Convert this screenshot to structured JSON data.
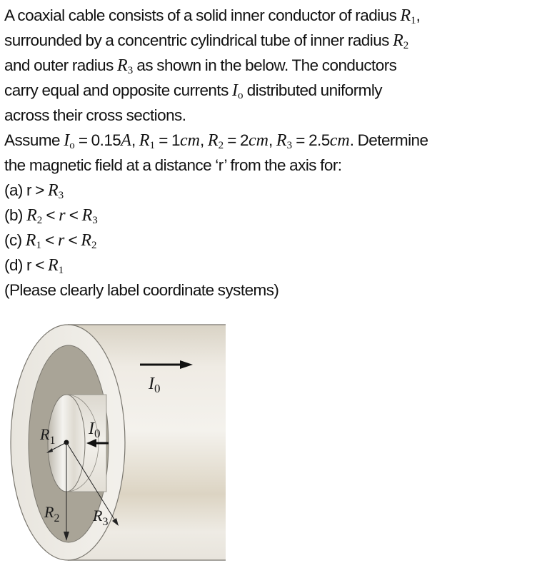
{
  "problem": {
    "intro_lines": [
      {
        "pre": "A coaxial cable consists of a solid inner conductor of radius ",
        "sym": "R",
        "sub": "1",
        "post": ","
      },
      {
        "pre": "surrounded by a concentric cylindrical tube of inner radius ",
        "sym": "R",
        "sub": "2",
        "post": ""
      },
      {
        "pre": "and outer radius ",
        "sym": "R",
        "sub": "3",
        "post": " as shown in the below. The conductors"
      },
      {
        "pre": "carry equal and opposite currents ",
        "sym": "I",
        "sub": "o",
        "post": " distributed uniformly"
      },
      {
        "pre": "across their cross sections.",
        "sym": "",
        "sub": "",
        "post": ""
      }
    ],
    "givens": {
      "assume_label": "Assume ",
      "I0": {
        "sym": "I",
        "sub": "o",
        "eq": " = 0.15",
        "unit": "A",
        "sep": ", "
      },
      "R1": {
        "sym": "R",
        "sub": "1",
        "eq": " = 1",
        "unit": "cm",
        "sep": ", "
      },
      "R2": {
        "sym": "R",
        "sub": "2",
        "eq": " = 2",
        "unit": "cm",
        "sep": ", "
      },
      "R3": {
        "sym": "R",
        "sub": "3",
        "eq": " = 2.5",
        "unit": "cm",
        "sep": ".  Determine"
      }
    },
    "question_line": "the magnetic field at a distance ‘r’ from the axis for:",
    "parts": [
      {
        "label": "(a) r > ",
        "expr": [
          {
            "sym": "R",
            "sub": "3"
          }
        ]
      },
      {
        "label": "(b) ",
        "expr": [
          {
            "sym": "R",
            "sub": "2"
          },
          {
            "op": " < "
          },
          {
            "sym": "r",
            "sub": ""
          },
          {
            "op": " < "
          },
          {
            "sym": "R",
            "sub": "3"
          }
        ]
      },
      {
        "label": "(c) ",
        "expr": [
          {
            "sym": "R",
            "sub": "1"
          },
          {
            "op": " < "
          },
          {
            "sym": "r",
            "sub": ""
          },
          {
            "op": " < "
          },
          {
            "sym": "R",
            "sub": "2"
          }
        ]
      },
      {
        "label": "(d) r < ",
        "expr": [
          {
            "sym": "R",
            "sub": "1"
          }
        ]
      }
    ],
    "note": "(Please clearly label coordinate systems)"
  },
  "figure": {
    "labels": {
      "outer_current": {
        "sym": "I",
        "sub": "0"
      },
      "inner_current": {
        "sym": "I",
        "sub": "0"
      },
      "R1": {
        "sym": "R",
        "sub": "1"
      },
      "R2": {
        "sym": "R",
        "sub": "2"
      },
      "R3": {
        "sym": "R",
        "sub": "3"
      }
    },
    "colors": {
      "cylinder_light": "#efece5",
      "cylinder_shade": "#dcd5c6",
      "annulus_dark": "#a8a396",
      "outline": "#7a776f",
      "ink": "#111111"
    }
  }
}
